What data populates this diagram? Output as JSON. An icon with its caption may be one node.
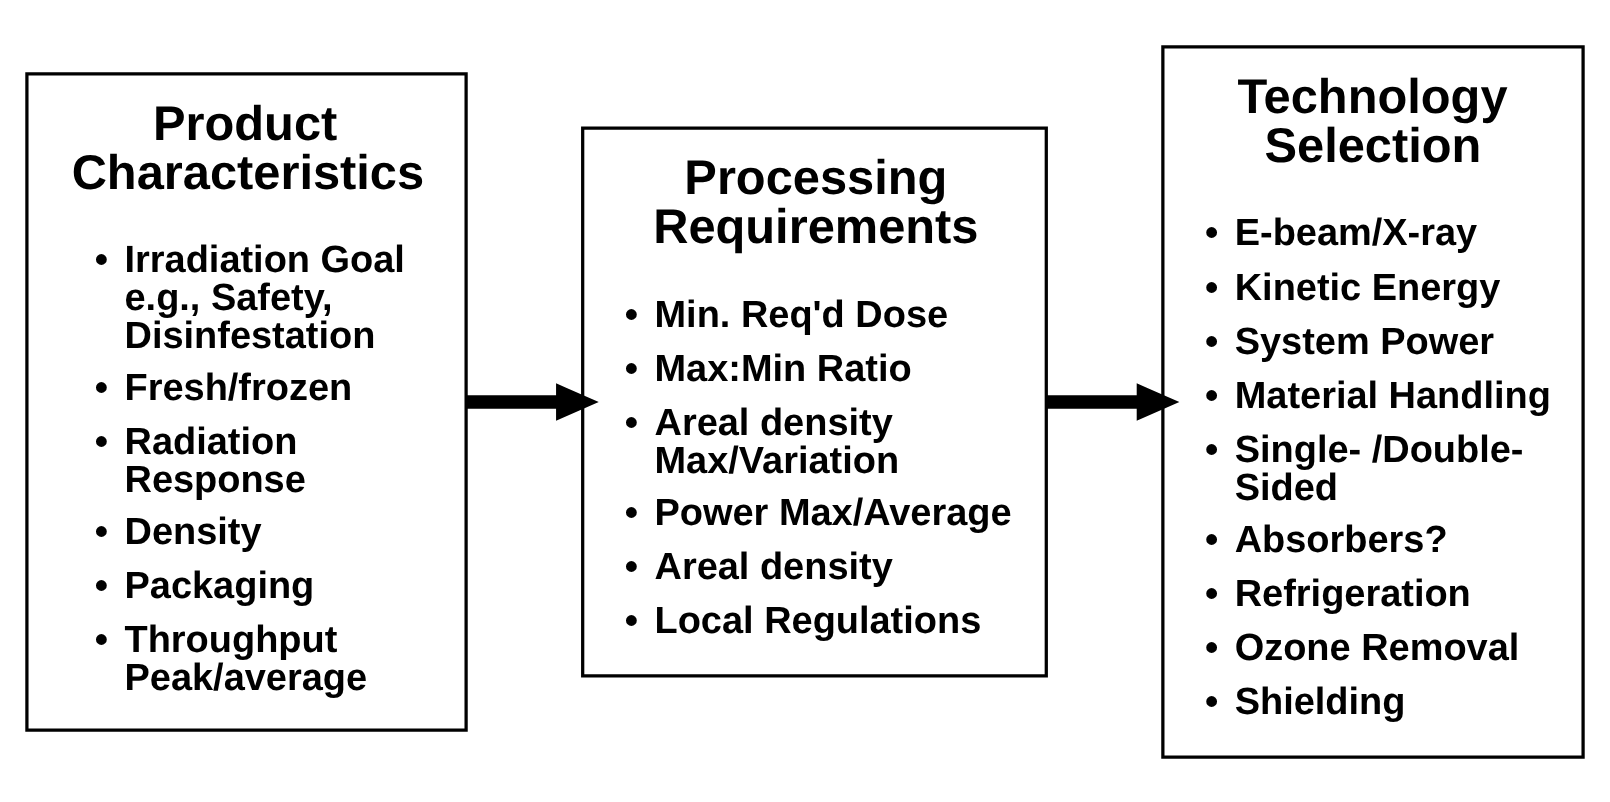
{
  "diagram": {
    "nodes": [
      {
        "text": [
          "Product Characteristics",
          "• Irradiation Goal e.g., Safety, Disinfestation",
          "• Fresh/frozen",
          "• Radiation Response",
          "• Density",
          "• Packaging",
          "• Throughput Peak/average"
        ]
      },
      {
        "text": [
          "Processing Requirements",
          "• Min. Req'd Dose",
          "• Max:Min Ratio",
          "• Areal density Max/Variation",
          "• Power Max/Average",
          "• Areal density",
          "• Local Regulations"
        ]
      },
      {
        "text": [
          "Technology Selection",
          "• E-beam/X-ray",
          "• Kinetic Energy",
          "• System Power",
          "• Material Handling",
          "• Single- /Double- Sided",
          "• Absorbers?",
          "• Refrigeration",
          "• Ozone Removal",
          "• Shielding"
        ]
      }
    ],
    "edges": [
      {
        "from": 0,
        "to": 1,
        "arrow": "to"
      },
      {
        "from": 1,
        "to": 2,
        "arrow": "to"
      }
    ]
  }
}
